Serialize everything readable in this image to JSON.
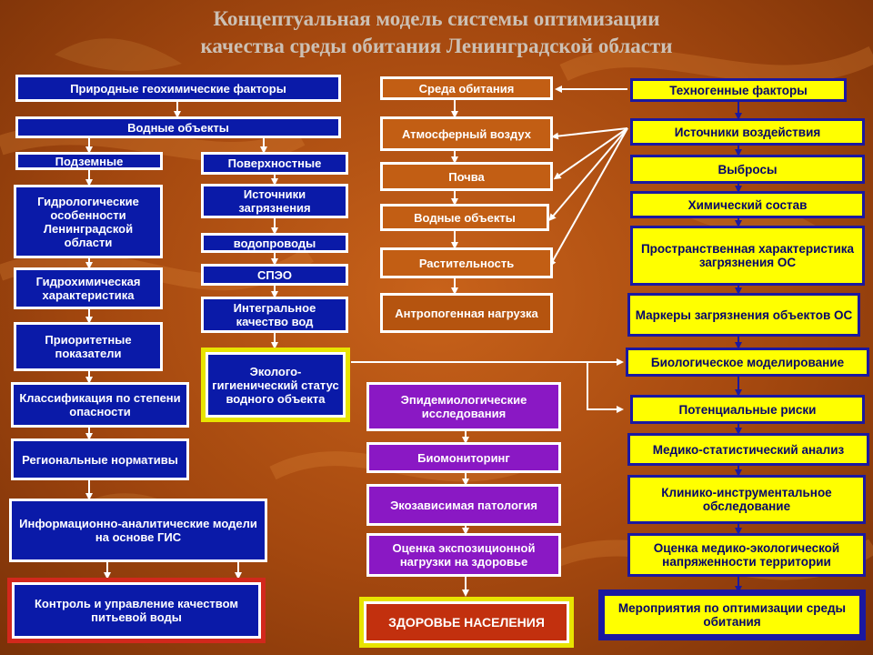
{
  "title": {
    "line1": "Концептуальная модель системы оптимизации",
    "line2": "качества среды обитания Ленинградской области"
  },
  "left_column": {
    "natural_factors": "Природные геохимические  факторы",
    "water_bodies": "Водные объекты",
    "underground": "Подземные",
    "surface": "Поверхностные",
    "hydrological": "Гидрологические особенности Ленинградской области",
    "pollution_sources": "Источники загрязнения",
    "water_pipes": "водопроводы",
    "speo": "СПЭО",
    "hydrochemical": "Гидрохимическая характеристика",
    "integral_quality": "Интегральное качество вод",
    "priority_indicators": "Приоритетные показатели",
    "eco_hygienic_status": "Эколого-гигиенический статус водного объекта",
    "classification": "Классификация по степени опасности",
    "regional_norms": "Региональные нормативы",
    "gis_models": "Информационно-аналитические модели на основе ГИС",
    "control_management": "Контроль и управление качеством питьевой воды"
  },
  "middle_column": {
    "habitat": "Среда обитания",
    "atmospheric_air": "Атмосферный воздух",
    "soil": "Почва",
    "water_bodies": "Водные объекты",
    "vegetation": "Растительность",
    "anthropogenic_load": "Антропогенная нагрузка",
    "epidemiological": "Эпидемиологические исследования",
    "biomonitoring": "Биомониторинг",
    "eco_pathology": "Экозависимая патология",
    "exposure_assessment": "Оценка экспозиционной нагрузки на здоровье",
    "population_health": "ЗДОРОВЬЕ НАСЕЛЕНИЯ"
  },
  "right_column": {
    "technogenic_factors": "Техногенные факторы",
    "impact_sources": "Источники воздействия",
    "emissions": "Выбросы",
    "chemical_composition": "Химический состав",
    "spatial_characteristics": "Пространственная характеристика загрязнения ОС",
    "pollution_markers": "Маркеры загрязнения объектов ОС",
    "biological_modeling": "Биологическое моделирование",
    "potential_risks": "Потенциальные риски",
    "medical_statistical": "Медико-статистический анализ",
    "clinical_instrumental": "Клинико-инструментальное обследование",
    "medical_ecological_tension": "Оценка медико-экологической напряженности территории",
    "optimization_measures": "Мероприятия по оптимизации среды обитания"
  },
  "colors": {
    "background": "#b2501a",
    "blue_box": "#0a1aa8",
    "yellow_box": "#ffff00",
    "purple_box": "#8a18c4",
    "orange_box": "#c25e14",
    "red_box": "#c2300e",
    "title_text": "#ccc0b4"
  }
}
